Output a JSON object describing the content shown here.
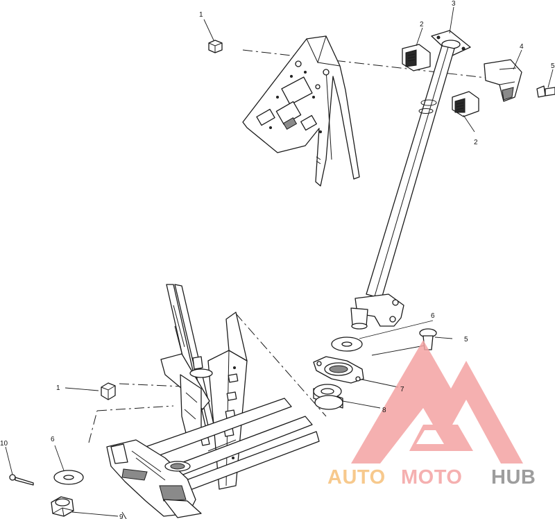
{
  "callouts": [
    {
      "id": "c1-top",
      "text": "1"
    },
    {
      "id": "c2-top",
      "text": "2"
    },
    {
      "id": "c3",
      "text": "3"
    },
    {
      "id": "c4",
      "text": "4"
    },
    {
      "id": "c5-top",
      "text": "5"
    },
    {
      "id": "c2-mid",
      "text": "2"
    },
    {
      "id": "c6-mid",
      "text": "6"
    },
    {
      "id": "c5-mid",
      "text": "5"
    },
    {
      "id": "c7",
      "text": "7"
    },
    {
      "id": "c8-mid",
      "text": "8"
    },
    {
      "id": "c1-low",
      "text": "1"
    },
    {
      "id": "c6-low",
      "text": "6"
    },
    {
      "id": "c10",
      "text": "10"
    },
    {
      "id": "c9",
      "text": "9"
    }
  ],
  "watermark": {
    "text_part1": "AUTO",
    "text_part2": "MOTO",
    "text_part3": "HUB",
    "color_primary": "#f4a3a3",
    "color_accent": "#f6c07a",
    "color_hub": "#8c8c8c"
  }
}
